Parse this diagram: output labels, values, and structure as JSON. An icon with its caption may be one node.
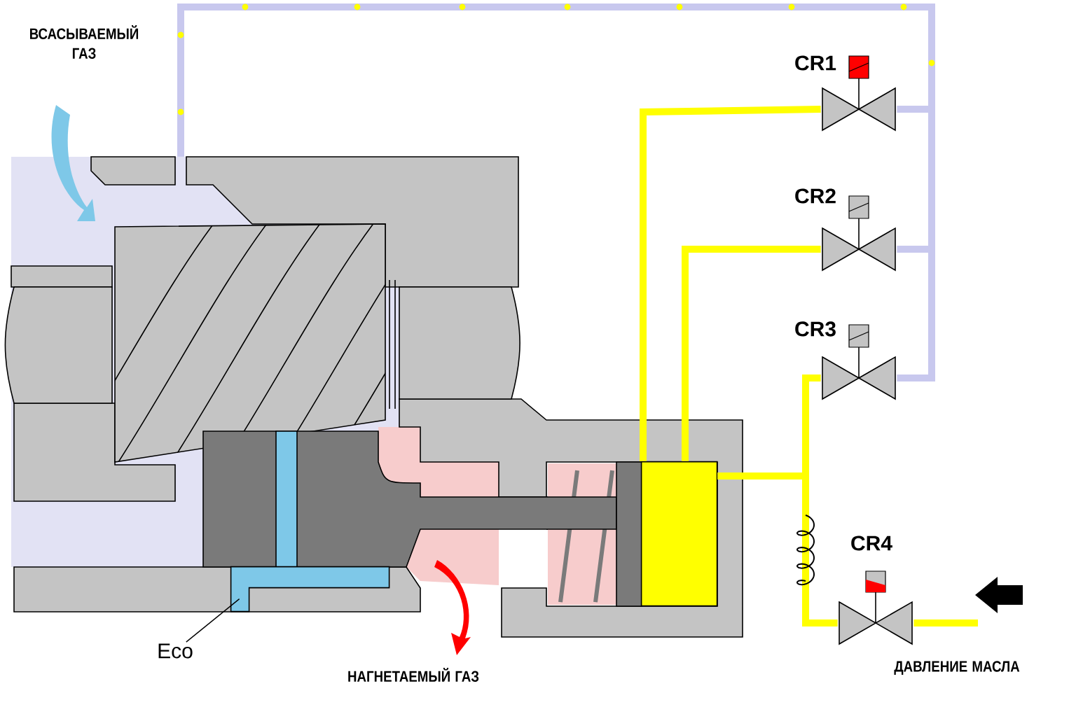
{
  "diagram": {
    "nodes": [
      {
        "text": [
          "CR1"
        ]
      },
      {
        "text": [
          "CR2"
        ]
      },
      {
        "text": [
          "CR3"
        ]
      },
      {
        "text": [
          "CR4"
        ]
      },
      {
        "text": [
          "Eco"
        ]
      },
      {
        "text": [],
        "shape": "picture"
      },
      {
        "text": [],
        "shape": "bar",
        "in": 5
      },
      {
        "text": [],
        "shape": "box",
        "in": 5
      }
    ],
    "edges": [
      {
        "from": 4,
        "to": 6,
        "arrow": "none",
        "color": "#000000"
      },
      {
        "from": 0,
        "to": 7,
        "arrow": "none"
      },
      {
        "from": 1,
        "to": 7,
        "arrow": "none"
      },
      {
        "from": 2,
        "to": 7,
        "arrow": "none"
      },
      {
        "from": 3,
        "to": 7,
        "arrow": "none"
      },
      {
        "from": null,
        "to": 3,
        "arrow": "none"
      },
      {
        "from": 0,
        "to": 5,
        "arrow": "none",
        "color": "#c8c8ee"
      },
      {
        "from": 1,
        "to": 5,
        "arrow": "none",
        "color": "#c8c8ee"
      },
      {
        "from": 2,
        "to": 5,
        "arrow": "none",
        "color": "#c8c8ee"
      }
    ],
    "labels": [
      "ВСАСЫВАЕМЫЙ ГАЗ",
      "НАГНЕТАЕМЫЙ ГАЗ",
      "ДАВЛЕНИЕ МАСЛА"
    ]
  }
}
